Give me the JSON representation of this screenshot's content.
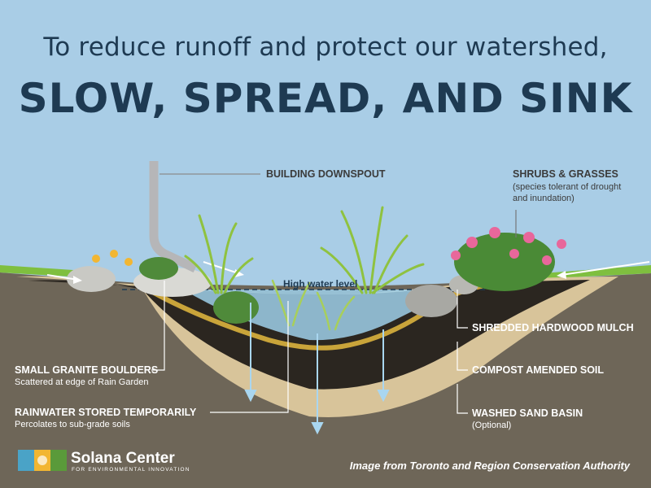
{
  "header": {
    "line1": "To reduce runoff and protect our watershed,",
    "line2": "SLOW, SPREAD, AND SINK"
  },
  "labels": {
    "downspout": "BUILDING DOWNSPOUT",
    "shrubs_title": "SHRUBS & GRASSES",
    "shrubs_sub1": "(species tolerant of drought",
    "shrubs_sub2": "and inundation)",
    "high_water": "High water level",
    "mulch": "SHREDDED HARDWOOD MULCH",
    "compost": "COMPOST AMENDED SOIL",
    "sand_title": "WASHED SAND BASIN",
    "sand_sub": "(Optional)",
    "boulders_title": "SMALL GRANITE BOULDERS",
    "boulders_sub": "Scattered at edge of Rain Garden",
    "rainwater_title": "RAINWATER STORED TEMPORARILY",
    "rainwater_sub": "Percolates to sub-grade soils"
  },
  "footer": {
    "logo_name": "Solana Center",
    "logo_tagline": "FOR ENVIRONMENTAL INNOVATION",
    "credit": "Image from Toronto and Region Conservation Authority"
  },
  "colors": {
    "sky": "#a9cde6",
    "title": "#1e3a52",
    "ground": "#6e6658",
    "sand": "#d8c49a",
    "soil": "#2b2620",
    "mulch": "#c9a43a",
    "water": "#9fd0ea",
    "grass": "#7fbf3f"
  }
}
